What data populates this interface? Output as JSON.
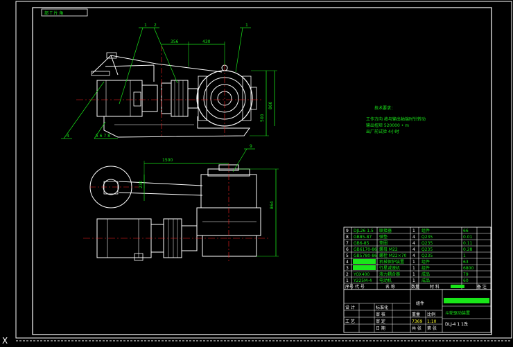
{
  "sheet_tag": "部 T 片 角",
  "corner_mark": "X",
  "dimensions": {
    "d356": "356",
    "d430": "430",
    "d1500": "1500",
    "d230": "230",
    "d500": "500",
    "d860": "860",
    "d864": "864"
  },
  "leaders": {
    "top_left_1": "1",
    "top_left_2": "2",
    "top_right_1": "1",
    "left_4": "4",
    "seq_5678": "5 6 7 8",
    "plan_9": "9"
  },
  "tech_requirements": {
    "title": "技术要求：",
    "line1": "工作方向  按与输出轴端时针转动",
    "line2": "输出扭矩  520000 • m",
    "line3": "出厂前试验  4小时"
  },
  "parts_table": {
    "rows": [
      {
        "no": "9",
        "code": "DJL26 1.5",
        "name": "联接器",
        "qty": "1",
        "mat": "组件",
        "mass": "66"
      },
      {
        "no": "8",
        "code": "GB85-87",
        "name": "弹垫",
        "qty": "4",
        "mat": "Q235",
        "mass": "0.01"
      },
      {
        "no": "7",
        "code": "GB6-85",
        "name": "垫圈",
        "qty": "4",
        "mat": "Q235",
        "mass": "0.11"
      },
      {
        "no": "6",
        "code": "GB6170-86",
        "name": "螺母 M22",
        "qty": "4",
        "mat": "Q235",
        "mass": "0.28"
      },
      {
        "no": "5",
        "code": "GB5780-86",
        "name": "螺栓 M22×70",
        "qty": "4",
        "mat": "Q235",
        "mass": "1"
      },
      {
        "no": "4",
        "code": "",
        "name": "机械保护装置",
        "qty": "1",
        "mat": "组件",
        "mass": "63"
      },
      {
        "no": "3",
        "code": "",
        "name": "行星减速机",
        "qty": "1",
        "mat": "组件",
        "mass": "6800"
      },
      {
        "no": "2",
        "code": "YOX400",
        "name": "液力耦合器",
        "qty": "1",
        "mat": "成品",
        "mass": "79"
      },
      {
        "no": "1",
        "code": "Y225M-4",
        "name": "电动机",
        "qty": "1",
        "mat": "成品",
        "mass": "60"
      }
    ],
    "header": {
      "no": "序号",
      "code": "代  号",
      "name": "名  称",
      "qty": "数量",
      "mat": "材  料",
      "note": "备  注"
    }
  },
  "title_block": {
    "assembly_label": "组件",
    "drawing_name": "斗轮驱动装置",
    "drawing_no": "DLJ-4 1 1改",
    "design": "设  计",
    "standardize": "标准化",
    "review": "审  核",
    "process": "工  艺",
    "approve": "审  定",
    "date": "日  期",
    "weight_label": "重量",
    "scale_label": "比例",
    "weight": "7369",
    "scale": "1:10",
    "sheets": "共  张",
    "sheet_no": "第  张"
  },
  "colors": {
    "background": "#000000",
    "outline": "#ffffff",
    "annotation": "#19e619",
    "centerline": "#ff2020",
    "highlight": "#ffff33"
  }
}
